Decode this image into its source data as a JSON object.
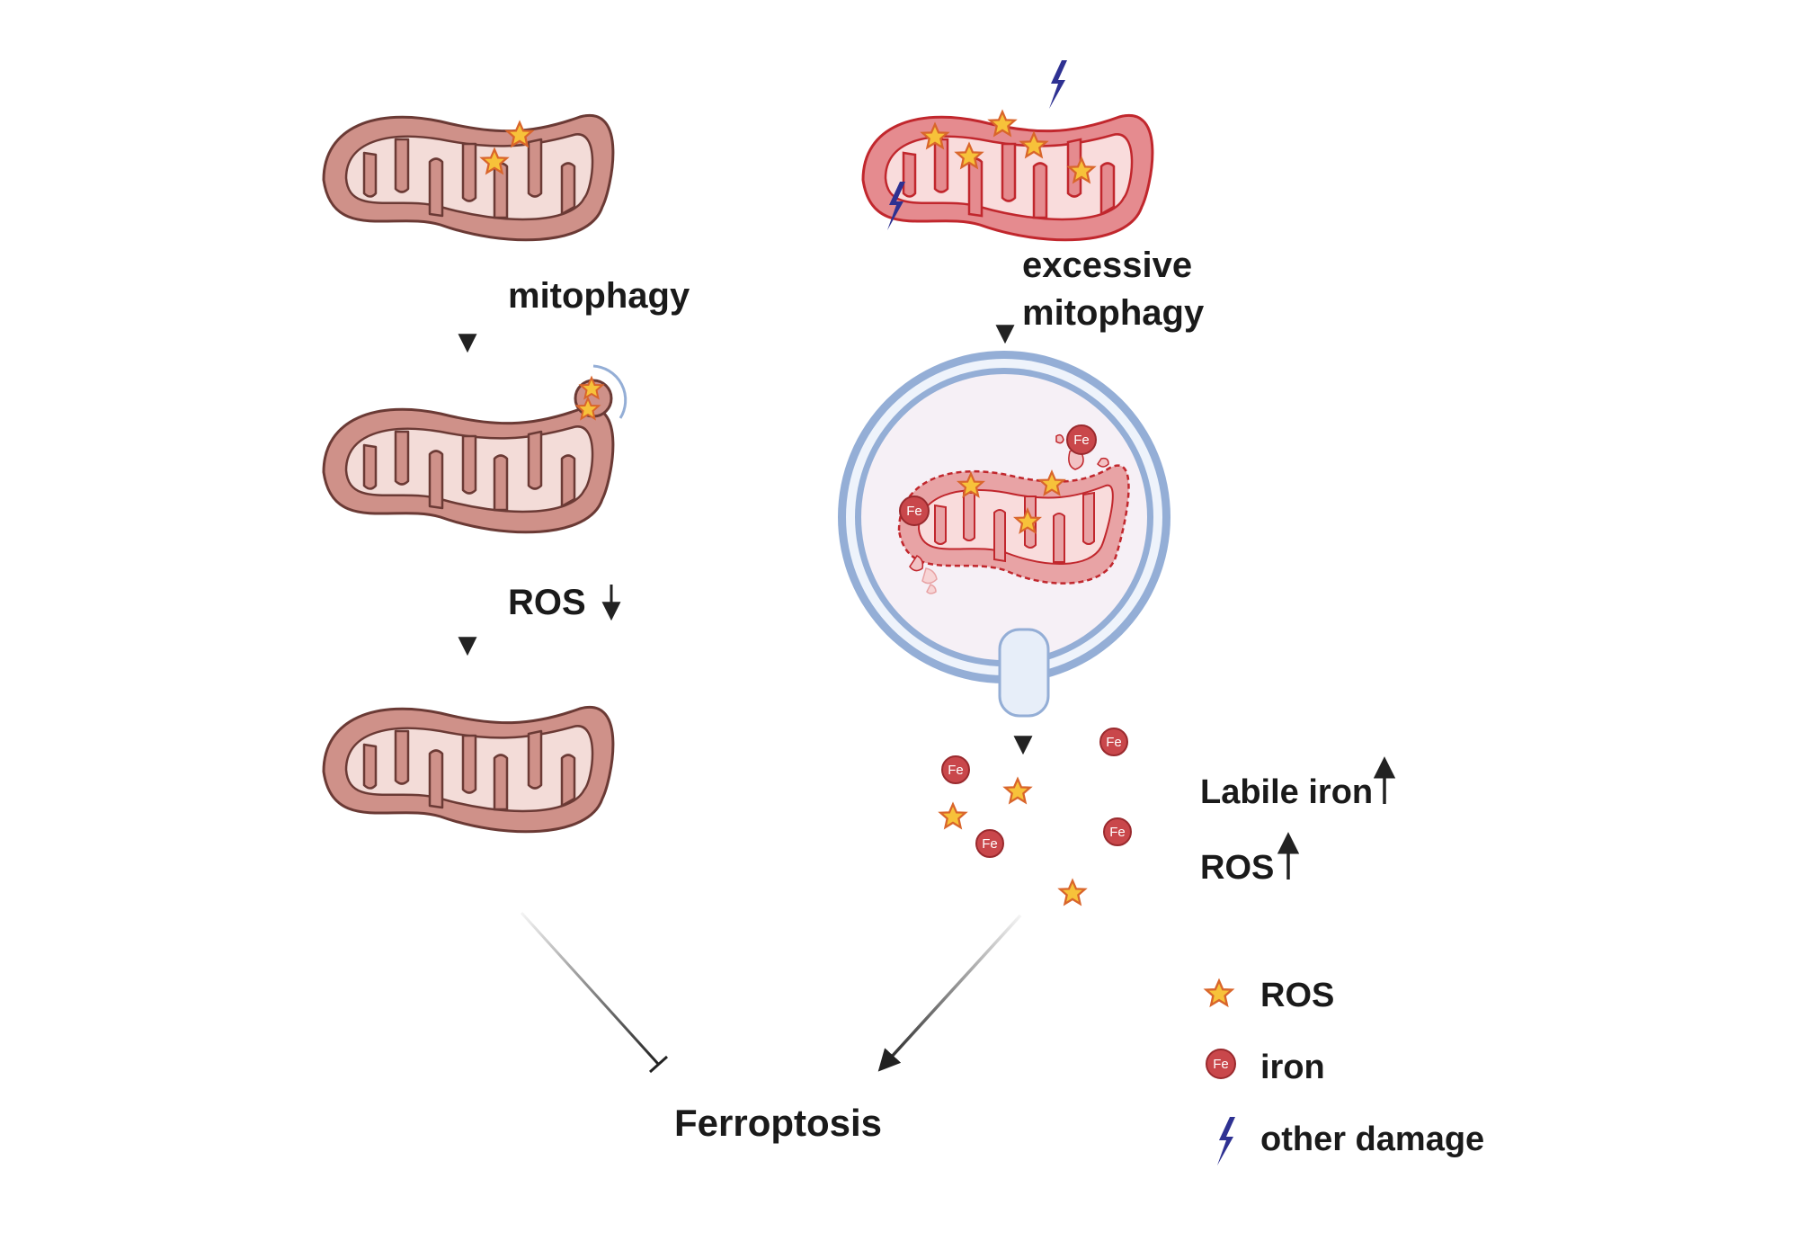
{
  "labels": {
    "mitophagy": "mitophagy",
    "ros_down": "ROS",
    "excessive": "excessive",
    "excessive_mitophagy": "mitophagy",
    "labile_iron": "Labile iron",
    "ros_up": "ROS",
    "ferroptosis": "Ferroptosis"
  },
  "legend": {
    "ros": "ROS",
    "iron": "iron",
    "damage": "other damage"
  },
  "fe_symbol": "Fe",
  "colors": {
    "healthy_fill": "#cf9189",
    "healthy_stroke": "#6b3a35",
    "damaged_fill": "#e58b8f",
    "damaged_stroke": "#c1272d",
    "inner_fill": "#f3dcd8",
    "iron_fill": "#c9474b",
    "star_fill": "#f7c23a",
    "star_stroke": "#d9652b",
    "lightning": "#2e3192",
    "membrane": "#94aed6",
    "arrow": "#222222"
  },
  "icons": [
    "star-icon",
    "iron-icon",
    "lightning-icon",
    "arrow-down-icon",
    "arrow-up-icon",
    "inhibition-icon"
  ]
}
